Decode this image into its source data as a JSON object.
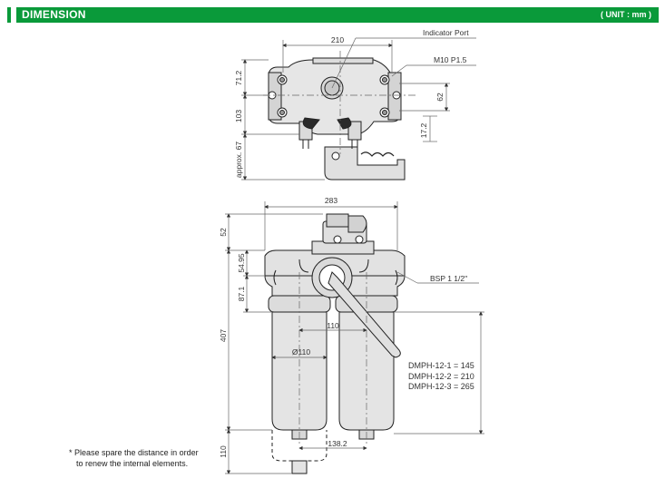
{
  "header": {
    "title": "DIMENSION",
    "unit": "( UNIT : mm )"
  },
  "top_view": {
    "dim_width": "210",
    "dim_h1": "71.2",
    "dim_h2": "103",
    "dim_h3": "approx. 67",
    "dim_r1": "62",
    "dim_r2": "17.2",
    "label_indicator": "Indicator Port",
    "label_thread": "M10  P1.5"
  },
  "front_view": {
    "dim_width": "283",
    "dim_v1": "52",
    "dim_v2": "54.95",
    "dim_v3": "87.1",
    "dim_total": "407",
    "dim_bottom": "110",
    "dim_center": "110",
    "dim_dia": "Ø110",
    "dim_offset": "138.2",
    "label_port": "BSP 1 1/2\""
  },
  "models": [
    "DMPH-12-1 = 145",
    "DMPH-12-2 = 210",
    "DMPH-12-3 = 265"
  ],
  "note": [
    "* Please spare the distance in order",
    "to renew the internal elements."
  ],
  "colors": {
    "header": "#0a9a3a",
    "body": "#e4e4e4",
    "line": "#222222"
  }
}
